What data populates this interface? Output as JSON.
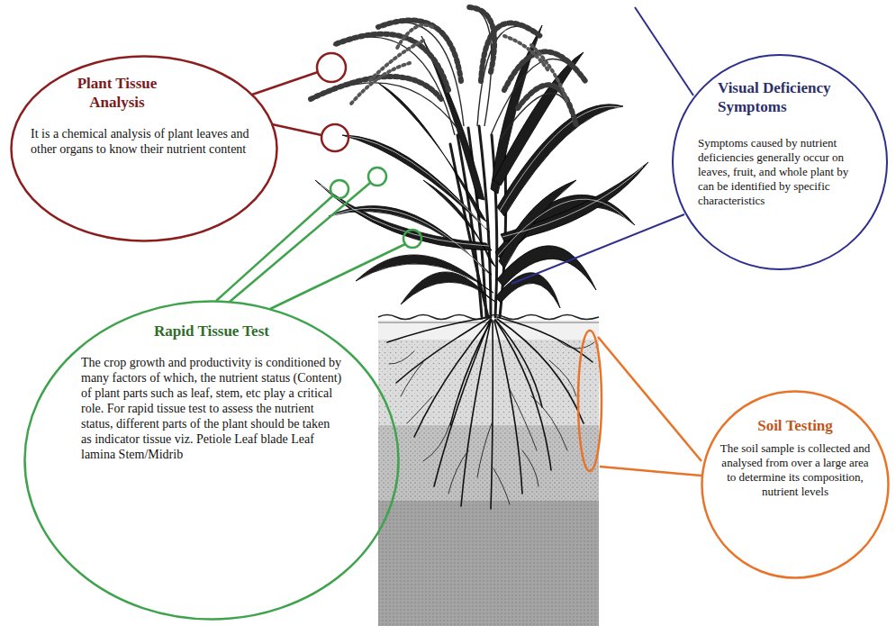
{
  "diagram": {
    "nodes": [
      {
        "text": [
          "Plant Tissue Analysis",
          "It is a chemical analysis of plant leaves and other organs to know their nutrient content"
        ]
      },
      {
        "text": [
          "Visual Deficiency Symptoms",
          "Symptoms caused by nutrient deficiencies generally occur on leaves, fruit, and whole plant by can be identified by specific characteristics"
        ]
      },
      {
        "text": [
          "Rapid Tissue Test",
          "The crop growth and productivity is conditioned by many factors of which, the nutrient status (Content) of plant parts such as leaf, stem, etc play a critical role. For rapid tissue test to assess the nutrient status, different parts of the plant should be taken as indicator tissue viz. Petiole Leaf blade Leaf lamina Stem/Midrib"
        ]
      },
      {
        "text": [
          "Soil Testing",
          "The soil sample is collected and analysed from over a large area to determine its composition, nutrient levels"
        ]
      }
    ]
  }
}
